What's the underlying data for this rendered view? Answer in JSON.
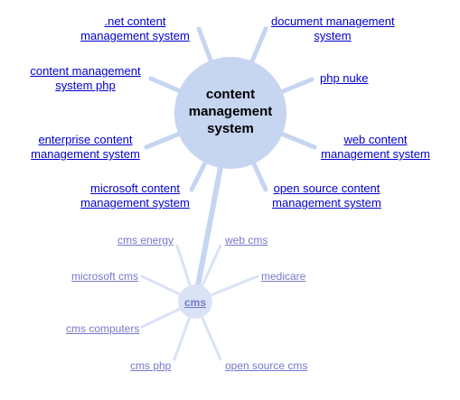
{
  "center": {
    "line1": "content",
    "line2": "management",
    "line3": "system"
  },
  "related": [
    {
      "line1": ".net content",
      "line2": "management system"
    },
    {
      "line1": "document management",
      "line2": "system"
    },
    {
      "line1": "content management",
      "line2": "system php"
    },
    {
      "line1": "php nuke",
      "line2": ""
    },
    {
      "line1": "enterprise content",
      "line2": "management system"
    },
    {
      "line1": "web content",
      "line2": "management system"
    },
    {
      "line1": "microsoft content",
      "line2": "management system"
    },
    {
      "line1": "open source content",
      "line2": "management system"
    }
  ],
  "sub_center": "cms",
  "sub_related": [
    "cms energy",
    "web cms",
    "microsoft cms",
    "medicare",
    "cms computers",
    "cms php",
    "open source cms"
  ],
  "colors": {
    "main_spoke": "#c6d5f0",
    "sub_spoke": "#dae3f5",
    "main_link": "#0000cc",
    "sub_link": "#7777cc"
  }
}
